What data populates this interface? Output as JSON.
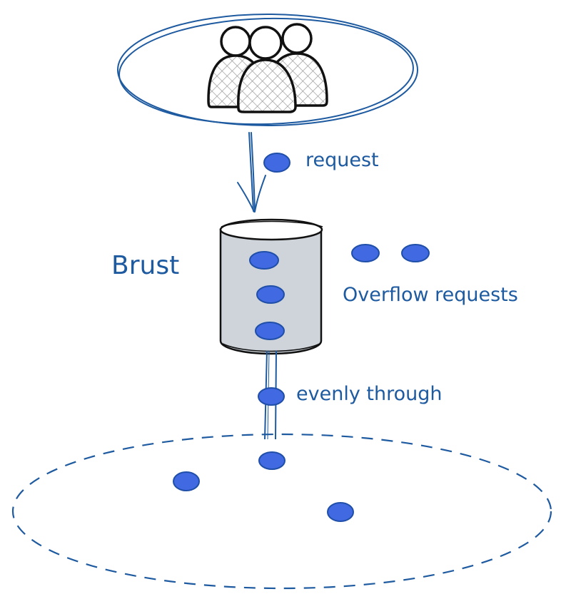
{
  "labels": {
    "request": "request",
    "burst": "Brust",
    "overflow": "Overflow requests",
    "evenly": "evenly through"
  },
  "icons": {
    "users": "users-group-icon",
    "bucket": "bucket-cylinder-icon",
    "request_dot": "request-dot-icon"
  },
  "colors": {
    "stroke_blue": "#1e5aa0",
    "dot_fill": "#4169e1",
    "dot_stroke": "#1f4fa8",
    "bucket_fill": "#ced4da",
    "outline": "#111111",
    "text_blue": "#1e5aa0"
  }
}
